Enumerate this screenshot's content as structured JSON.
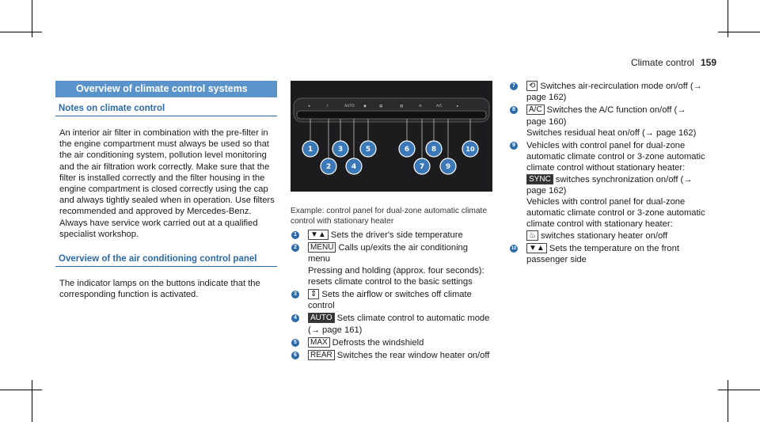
{
  "header": {
    "title": "Climate control",
    "page": "159"
  },
  "left": {
    "section_title": "Overview of climate control systems",
    "notes_heading": "Notes on climate control",
    "notes_text": "An interior air filter in combination with the pre-filter in the engine compartment must always be used so that the air conditioning system, pollution level monitoring and the air filtration work correctly. Make sure that the filter is installed correctly and the filter housing in the engine compartment is closed correctly using the cap and always tightly sealed when in operation. Use filters recommended and approved by Mercedes-Benz. Always have service work carried out at a qualified specialist workshop.",
    "overview_heading": "Overview of the air conditioning control panel",
    "overview_text": "The indicator lamps on the buttons indicate that the corresponding function is activated."
  },
  "figure": {
    "callouts": [
      "1",
      "2",
      "3",
      "4",
      "5",
      "6",
      "7",
      "8",
      "9",
      "10"
    ],
    "caption": "Example: control panel for dual-zone automatic climate control with stationary heater"
  },
  "items": [
    {
      "num": "1",
      "icon": "▼▲",
      "text": "Sets the driver's side temperature"
    },
    {
      "num": "2",
      "icon": "MENU",
      "text": "Calls up/exits the air conditioning menu",
      "extra": "Pressing and holding (approx. four seconds): resets climate control to the basic settings"
    },
    {
      "num": "3",
      "icon": "⇕",
      "text": "Sets the airflow or switches off climate control"
    },
    {
      "num": "4",
      "icon": "AUTO",
      "text": "Sets climate control to automatic mode (→ page 161)"
    },
    {
      "num": "5",
      "icon": "MAX",
      "text": "Defrosts the windshield"
    },
    {
      "num": "6",
      "icon": "REAR",
      "text": "Switches the rear window heater on/off"
    },
    {
      "num": "7",
      "icon": "⟲",
      "text": "Switches air-recirculation mode on/off (→ page 162)"
    },
    {
      "num": "8",
      "icon": "A/C",
      "text": "Switches the A/C function on/off (→ page 160)",
      "extra": "Switches residual heat on/off (→ page 162)"
    },
    {
      "num": "9",
      "text": "Vehicles with control panel for dual-zone automatic climate control or 3-zone automatic climate control without stationary heater:",
      "icon": "SYNC",
      "text2": "switches synchronization on/off (→ page 162)",
      "extra": "Vehicles with control panel for dual-zone automatic climate control or 3-zone automatic climate control with stationary heater:",
      "icon2": "♨",
      "text3": "switches stationary heater on/off"
    },
    {
      "num": "10",
      "icon": "▼▲",
      "text": "Sets the temperature on the front passenger side"
    }
  ]
}
